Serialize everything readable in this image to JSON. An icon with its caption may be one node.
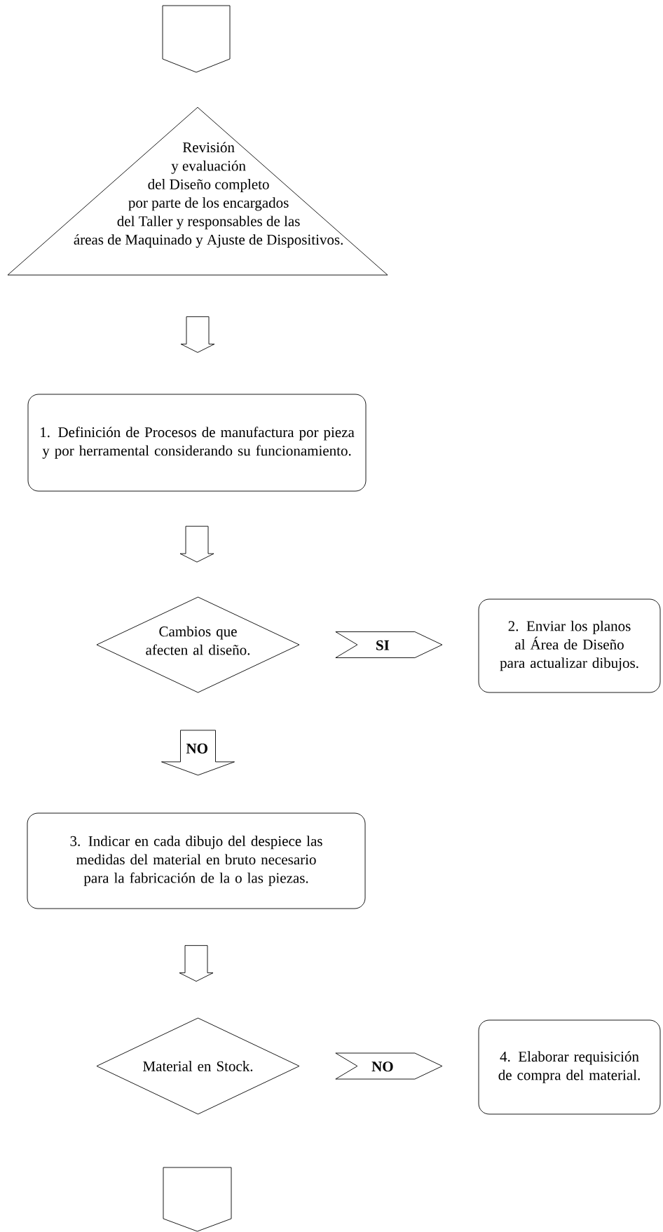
{
  "diagram": {
    "nodes": [
      {
        "text": [],
        "shape": "pentagon"
      },
      {
        "text": [
          "Revisión y evaluación del Diseño completo por parte de los encargados del Taller y responsables de las áreas de Maquinado y Ajuste de Dispositivos."
        ]
      },
      {
        "text": [
          "1. Definición de Procesos de manufactura por pieza y por herramental considerando su funcionamiento."
        ]
      },
      {
        "text": [
          "Cambios que afecten al diseño."
        ]
      },
      {
        "text": [
          "2. Enviar los planos al Área de Diseño para actualizar dibujos."
        ]
      },
      {
        "text": [
          "3. Indicar en cada dibujo del despiece las medidas del material en bruto necesario para la fabricación de la o las piezas."
        ]
      },
      {
        "text": [
          "Material en Stock."
        ]
      },
      {
        "text": [
          "4. Elaborar requisición de compra del material."
        ]
      },
      {
        "text": [],
        "shape": "pentagon"
      }
    ],
    "edges": [
      {
        "from": 1,
        "to": 2,
        "arrow": "to"
      },
      {
        "from": 2,
        "to": 3,
        "arrow": "to"
      },
      {
        "from": 3,
        "to": 4,
        "arrow": "to",
        "label": "SI"
      },
      {
        "from": 3,
        "to": 5,
        "arrow": "to",
        "label": "NO"
      },
      {
        "from": 5,
        "to": 6,
        "arrow": "to"
      },
      {
        "from": 6,
        "to": 7,
        "arrow": "to",
        "label": "NO"
      }
    ]
  }
}
